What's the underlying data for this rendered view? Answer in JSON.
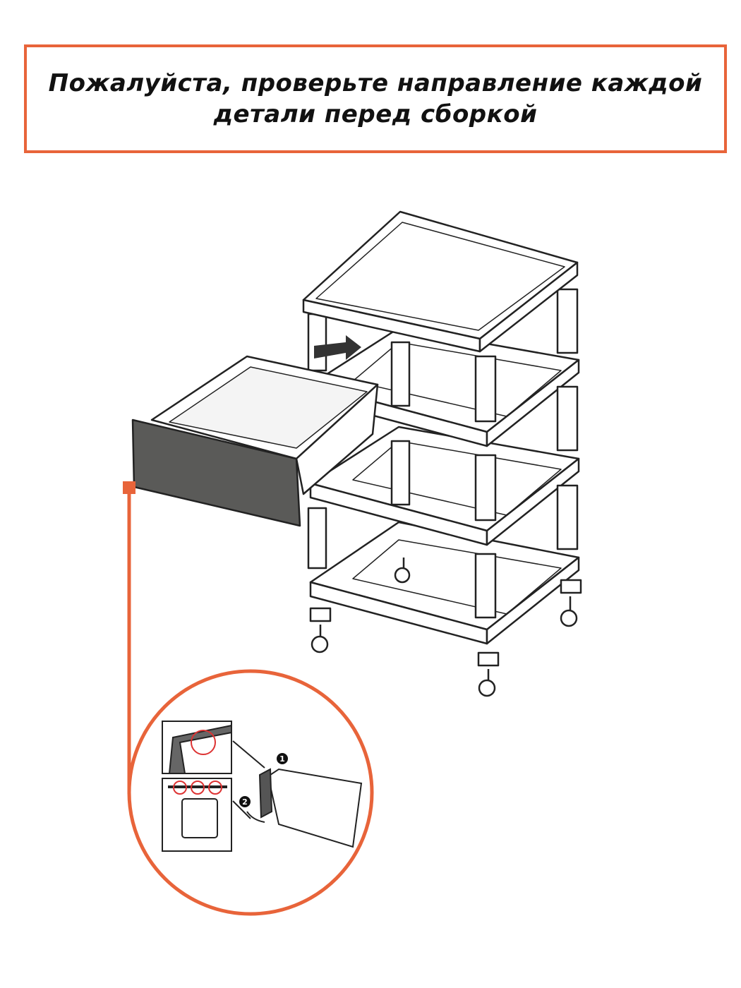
{
  "title": {
    "line1": "Пожалуйста, проверьте направление каждой",
    "line2": "детали перед сборкой"
  },
  "detail": {
    "step1": "1",
    "step2": "2"
  },
  "colors": {
    "accent": "#E8643A",
    "drawer_front": "#5a5a58",
    "line": "#222222"
  }
}
